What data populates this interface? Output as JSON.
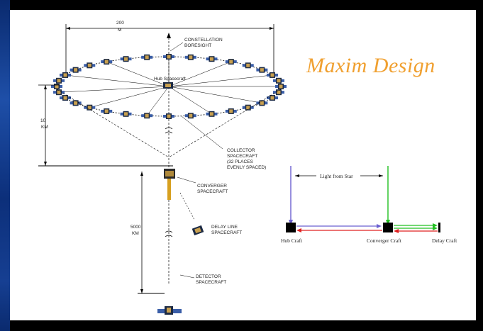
{
  "slide": {
    "title": "Maxim Design"
  },
  "diagram": {
    "width_label": "200",
    "width_unit": "M",
    "height_label": "10",
    "height_unit": "KM",
    "lower_distance_label": "5000",
    "lower_distance_unit": "KM",
    "constellation_label": [
      "CONSTELLATION",
      "BORESIGHT"
    ],
    "hub_label": "Hub  Spacecraft",
    "collector_label": [
      "COLLECTOR",
      "SPACECRAFT",
      "(32 PLACES",
      "EVENLY SPACED)"
    ],
    "converger_label": [
      "CONVERGER",
      "SPACECRAFT"
    ],
    "delay_label": [
      "DELAY LINE",
      "SPACECRAFT"
    ],
    "detector_label": [
      "DETECTOR",
      "SPACECRAFT"
    ]
  },
  "schematic": {
    "light_label": "Light from Star",
    "hub_craft": "Hub Craft",
    "converger_craft": "Converger Craft",
    "delay_craft": "Delay Craft",
    "colors": {
      "hub_beam": "#6b5fd0",
      "converger_beam": "#22c022",
      "return_beam": "#e02020",
      "box": "#000000"
    }
  }
}
